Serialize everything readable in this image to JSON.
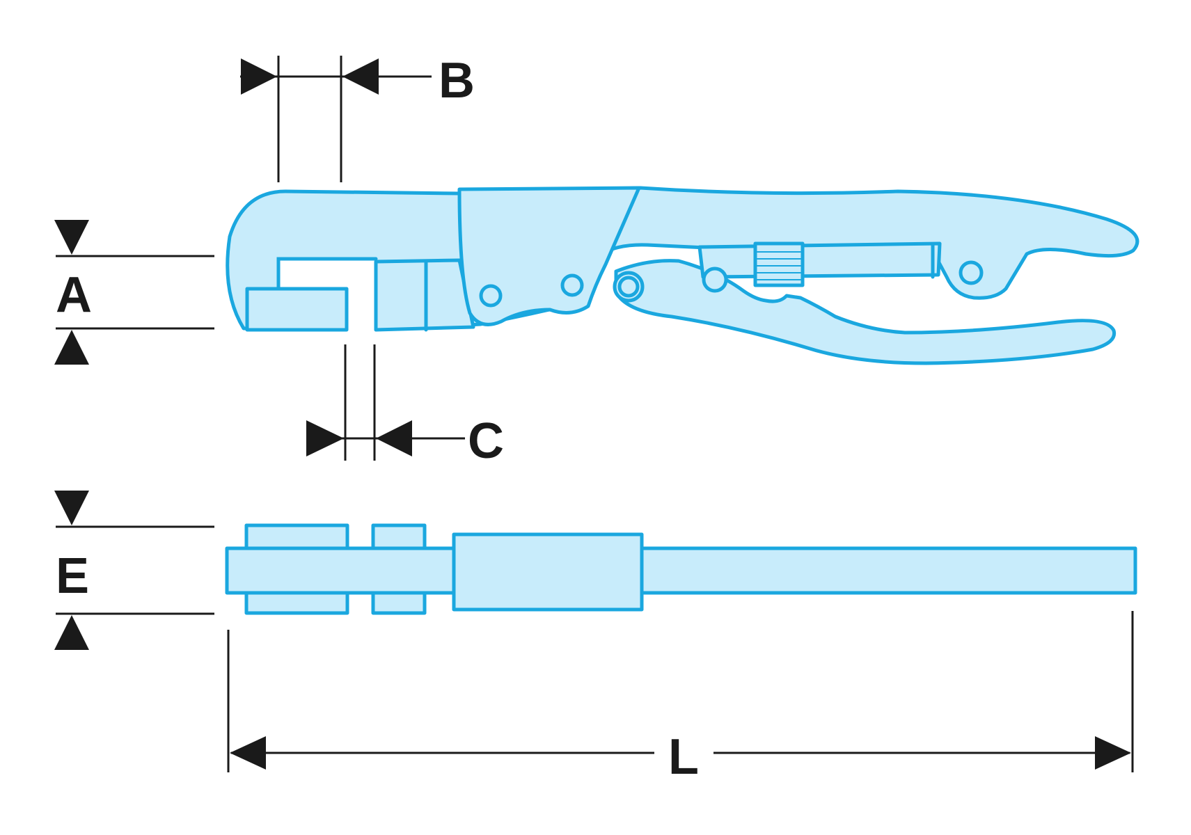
{
  "colors": {
    "tool_fill": "#c8ecfb",
    "tool_stroke": "#1aa7df",
    "dimension": "#1a1a1a"
  },
  "labels": {
    "A": "A",
    "B": "B",
    "C": "C",
    "E": "E",
    "L": "L"
  }
}
